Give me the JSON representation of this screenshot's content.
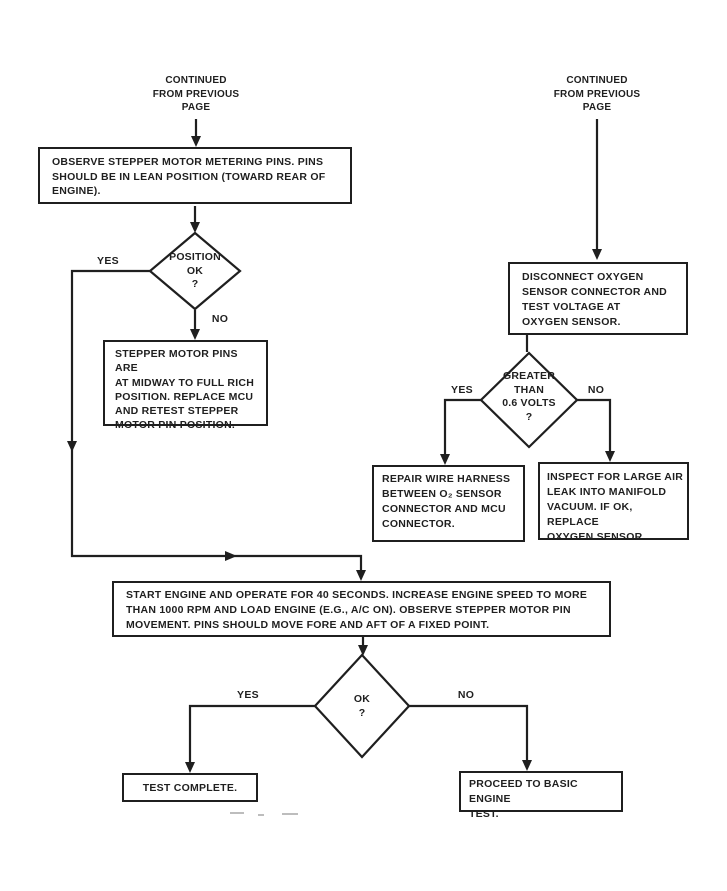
{
  "diagram": {
    "type": "flowchart",
    "ink_color": "#1f1f1f",
    "left": {
      "continued": "CONTINUED\nFROM PREVIOUS\nPAGE",
      "observe": "OBSERVE STEPPER MOTOR METERING PINS.  PINS\nSHOULD BE IN LEAN POSITION (TOWARD REAR OF\nENGINE).",
      "position_decision": "POSITION\nOK\n?",
      "position_yes": "YES",
      "position_no": "NO",
      "stepper": "STEPPER MOTOR PINS ARE\nAT MIDWAY TO FULL RICH\nPOSITION.  REPLACE MCU\nAND RETEST STEPPER\nMOTOR PIN POSITION."
    },
    "right": {
      "continued": "CONTINUED\nFROM PREVIOUS\nPAGE",
      "disconnect": "DISCONNECT OXYGEN\nSENSOR CONNECTOR AND\nTEST VOLTAGE AT\nOXYGEN SENSOR.",
      "voltage_decision": "GREATER\nTHAN\n0.6 VOLTS\n?",
      "voltage_yes": "YES",
      "voltage_no": "NO",
      "repair": "REPAIR WIRE HARNESS\nBETWEEN O₂ SENSOR\nCONNECTOR AND MCU\nCONNECTOR.",
      "inspect": "INSPECT FOR LARGE AIR\nLEAK INTO MANIFOLD\nVACUUM.  IF OK, REPLACE\nOXYGEN SENSOR."
    },
    "bottom": {
      "start_engine": "START ENGINE AND OPERATE FOR 40 SECONDS.  INCREASE ENGINE SPEED TO MORE\nTHAN 1000 RPM AND LOAD ENGINE (E.G., A/C ON).  OBSERVE STEPPER MOTOR PIN\nMOVEMENT.  PINS SHOULD MOVE FORE AND AFT OF A FIXED POINT.",
      "ok_decision": "OK\n?",
      "ok_yes": "YES",
      "ok_no": "NO",
      "complete": "TEST COMPLETE.",
      "proceed": "PROCEED TO BASIC ENGINE\nTEST."
    }
  }
}
